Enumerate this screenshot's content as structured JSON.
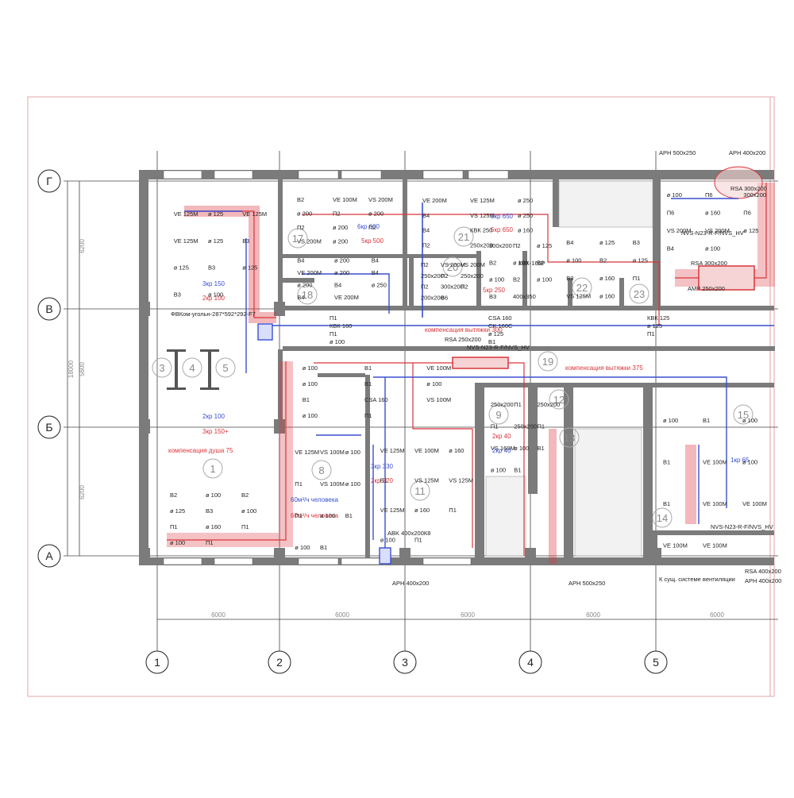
{
  "axes": {
    "columns": [
      "1",
      "2",
      "3",
      "4",
      "5"
    ],
    "rows": [
      "Г",
      "В",
      "Б",
      "А"
    ],
    "spans": [
      "6000",
      "6000",
      "6000",
      "6000",
      "6000"
    ],
    "row_spans": [
      "6200",
      "5600",
      "6200"
    ],
    "total": "18000"
  },
  "rooms": [
    "1",
    "3",
    "4",
    "5",
    "8",
    "9",
    "11",
    "12",
    "13",
    "14",
    "15",
    "17",
    "18",
    "19",
    "20",
    "21",
    "22",
    "23"
  ],
  "notes": {
    "air_per_person": "60м³/ч человека",
    "shower_comp": "компенсация душа 75",
    "exhaust_comp_300": "компенсация вытяжки 300",
    "exhaust_comp_375": "компенсация вытяжки 375",
    "to_existing": "К сущ. системе вентиляции",
    "filter_box": "ФВКом-угольн-287*592*292-F7"
  },
  "exchange_notes": [
    {
      "text": "3кр 150",
      "color": "blue"
    },
    {
      "text": "2кр 100",
      "color": "red"
    },
    {
      "text": "2кр 100",
      "color": "blue"
    },
    {
      "text": "3кр 150+",
      "color": "red"
    },
    {
      "text": "6кр 600",
      "color": "blue"
    },
    {
      "text": "5кр 500",
      "color": "red"
    },
    {
      "text": "5кр 650",
      "color": "blue"
    },
    {
      "text": "5кр 650",
      "color": "red"
    },
    {
      "text": "5кр 250",
      "color": "red"
    },
    {
      "text": "3кр 330",
      "color": "blue"
    },
    {
      "text": "2кр 220",
      "color": "red"
    },
    {
      "text": "2кр 40",
      "color": "red"
    },
    {
      "text": "2кр 40",
      "color": "blue"
    },
    {
      "text": "1кр 65",
      "color": "blue"
    }
  ],
  "equipment": [
    {
      "text": "АРН 500х250"
    },
    {
      "text": "АРН 400х200"
    },
    {
      "text": "RSA 300х200"
    },
    {
      "text": "NVS-N23-R-F/NVS_HV"
    },
    {
      "text": "RSA 300х200"
    },
    {
      "text": "AMP 250х200"
    },
    {
      "text": "RSA 250х200"
    },
    {
      "text": "NVS-N23-R-F/NVS_HV"
    },
    {
      "text": "КВК-160Р"
    },
    {
      "text": "ABK 400х200К8"
    },
    {
      "text": "АРН 400х200"
    },
    {
      "text": "АРН 500х250"
    },
    {
      "text": "RSA 400х200"
    },
    {
      "text": "АРН 400х200"
    },
    {
      "text": "NVS-N23-R-F/NVS_HV"
    }
  ],
  "labels": [
    "VE 125M",
    "ø 125",
    "VE 125M",
    "VE 125M",
    "ø 125",
    "B3",
    "ø 125",
    "B3",
    "ø 125",
    "B3",
    "ø 100",
    "B2",
    "VE 100M",
    "VS 200M",
    "ø 200",
    "П2",
    "ø 200",
    "П2",
    "ø 200",
    "П2",
    "VS 200M",
    "ø 200",
    "B4",
    "ø 200",
    "B4",
    "VE 200M",
    "ø 200",
    "B4",
    "ø 200",
    "B4",
    "ø 250",
    "B4",
    "VE 200M",
    "VE 200M",
    "VE 125M",
    "ø 250",
    "B4",
    "VS 125M",
    "ø 250",
    "B4",
    "КВК 250",
    "ø 160",
    "П2",
    "250х200",
    "П2",
    "VS 200M",
    "VS 200M",
    "250х200",
    "П2",
    "250х200",
    "П2",
    "300х200",
    "П2",
    "200х200",
    "B6",
    "300х200",
    "П2",
    "ø 125",
    "B2",
    "ø 100",
    "B2",
    "ø 100",
    "B2",
    "ø 100",
    "B3",
    "400х350",
    "B4",
    "ø 125",
    "B3",
    "ø 100",
    "B2",
    "ø 125",
    "B3",
    "ø 160",
    "П1",
    "VS 125M",
    "ø 160",
    "П1",
    "CSA 160",
    "КВК 125",
    "КВК 160",
    "CK 160C",
    "ø 125",
    "П1",
    "ø 125",
    "П1",
    "ø 100",
    "B1",
    "ø 100",
    "B1",
    "VE 100M",
    "ø 100",
    "B1",
    "ø 100",
    "B1",
    "CSA 160",
    "VS 100M",
    "ø 100",
    "П1",
    "VE 125M",
    "VS 100M",
    "ø 100",
    "П1",
    "VS 100M",
    "ø 100",
    "П1",
    "ø 100",
    "B1",
    "ø 100",
    "B1",
    "VE 125M",
    "VE 100M",
    "ø 160",
    "B1",
    "VS 125M",
    "VS 125M",
    "VE 125M",
    "ø 160",
    "П1",
    "ø 100",
    "П1",
    "250х200",
    "П1",
    "250х200",
    "П1",
    "250х200",
    "П1",
    "VS 160M",
    "ø 100",
    "B1",
    "ø 100",
    "B1",
    "ø 100",
    "B1",
    "ø 100",
    "B1",
    "VE 100M",
    "ø 100",
    "B1",
    "VE 100M",
    "VE 100M",
    "VE 100M",
    "VE 100M",
    "ø 100",
    "П6",
    "300х200",
    "П6",
    "ø 160",
    "П6",
    "VS 200M",
    "VS 200M",
    "ø 125",
    "B4",
    "ø 100",
    "B2",
    "ø 100",
    "B2",
    "ø 125",
    "B3",
    "ø 100",
    "П1",
    "ø 160",
    "П1",
    "ø 100",
    "П1"
  ]
}
